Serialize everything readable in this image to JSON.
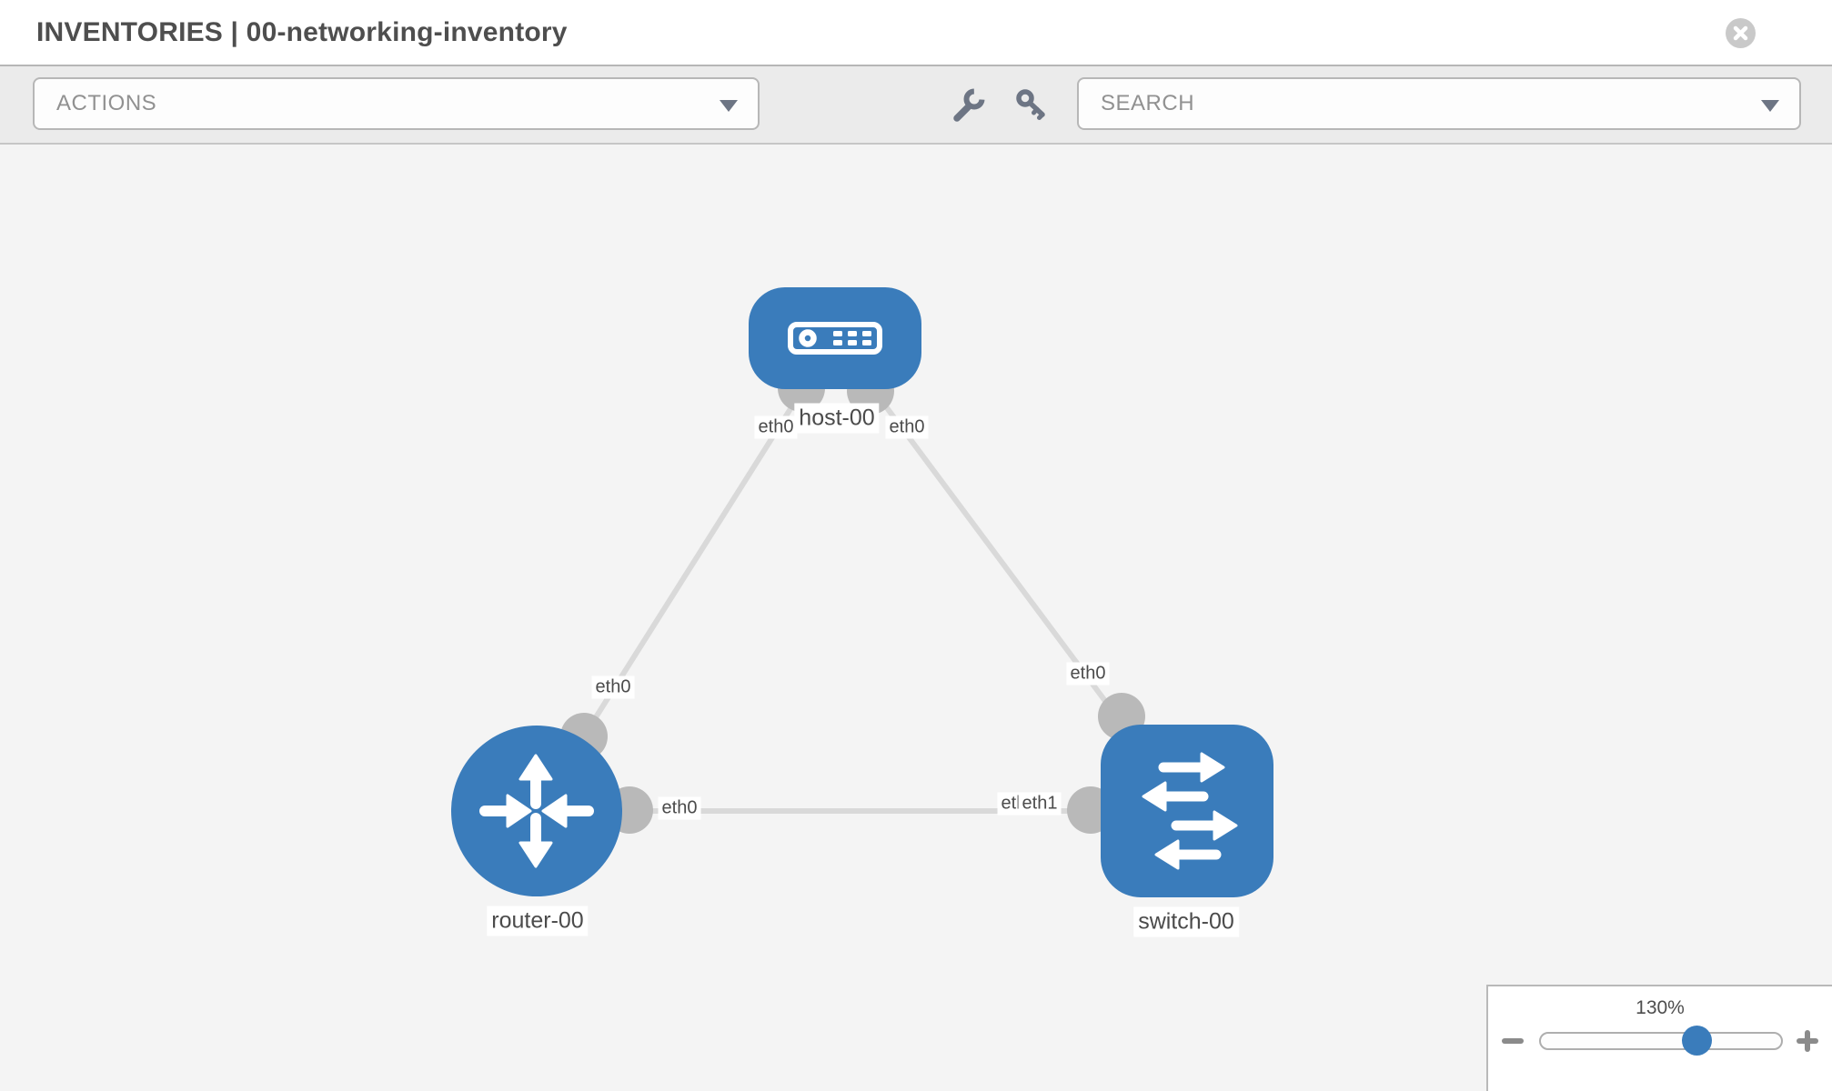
{
  "window": {
    "title": "INVENTORIES | 00-networking-inventory"
  },
  "toolbar": {
    "actions_label": "ACTIONS",
    "search_label": "SEARCH",
    "icons": [
      "wrench-icon",
      "key-icon"
    ]
  },
  "header_icons": [
    "close-icon"
  ],
  "diagram": {
    "nodes": [
      {
        "label": "host-00",
        "type": "host"
      },
      {
        "label": "router-00",
        "type": "router"
      },
      {
        "label": "switch-00",
        "type": "switch"
      }
    ],
    "links": [
      {
        "from": "router-00",
        "to": "host-00",
        "from_interface": "eth0",
        "to_interface": "eth0"
      },
      {
        "from": "host-00",
        "to": "switch-00",
        "from_interface": "eth0",
        "to_interface": "eth0"
      },
      {
        "from": "router-00",
        "to": "switch-00",
        "from_interface": "eth0",
        "to_interface": "eth1"
      }
    ],
    "interface_labels": [
      {
        "text": "eth0"
      },
      {
        "text": "eth0"
      },
      {
        "text": "eth0"
      },
      {
        "text": "eth0"
      },
      {
        "text": "eth0"
      },
      {
        "text": "eth0"
      },
      {
        "text": "eth1"
      }
    ]
  },
  "zoom": {
    "level": "130%",
    "minus_icon": "minus-icon",
    "plus_icon": "plus-icon"
  },
  "colors": {
    "node_blue": "#3a7cbb",
    "link_gray": "#d9d9d9",
    "connector_gray": "#b9b9b9",
    "canvas_bg": "#f4f4f4",
    "toolbar_bg": "#ebebeb",
    "header_bg": "#ffffff"
  }
}
